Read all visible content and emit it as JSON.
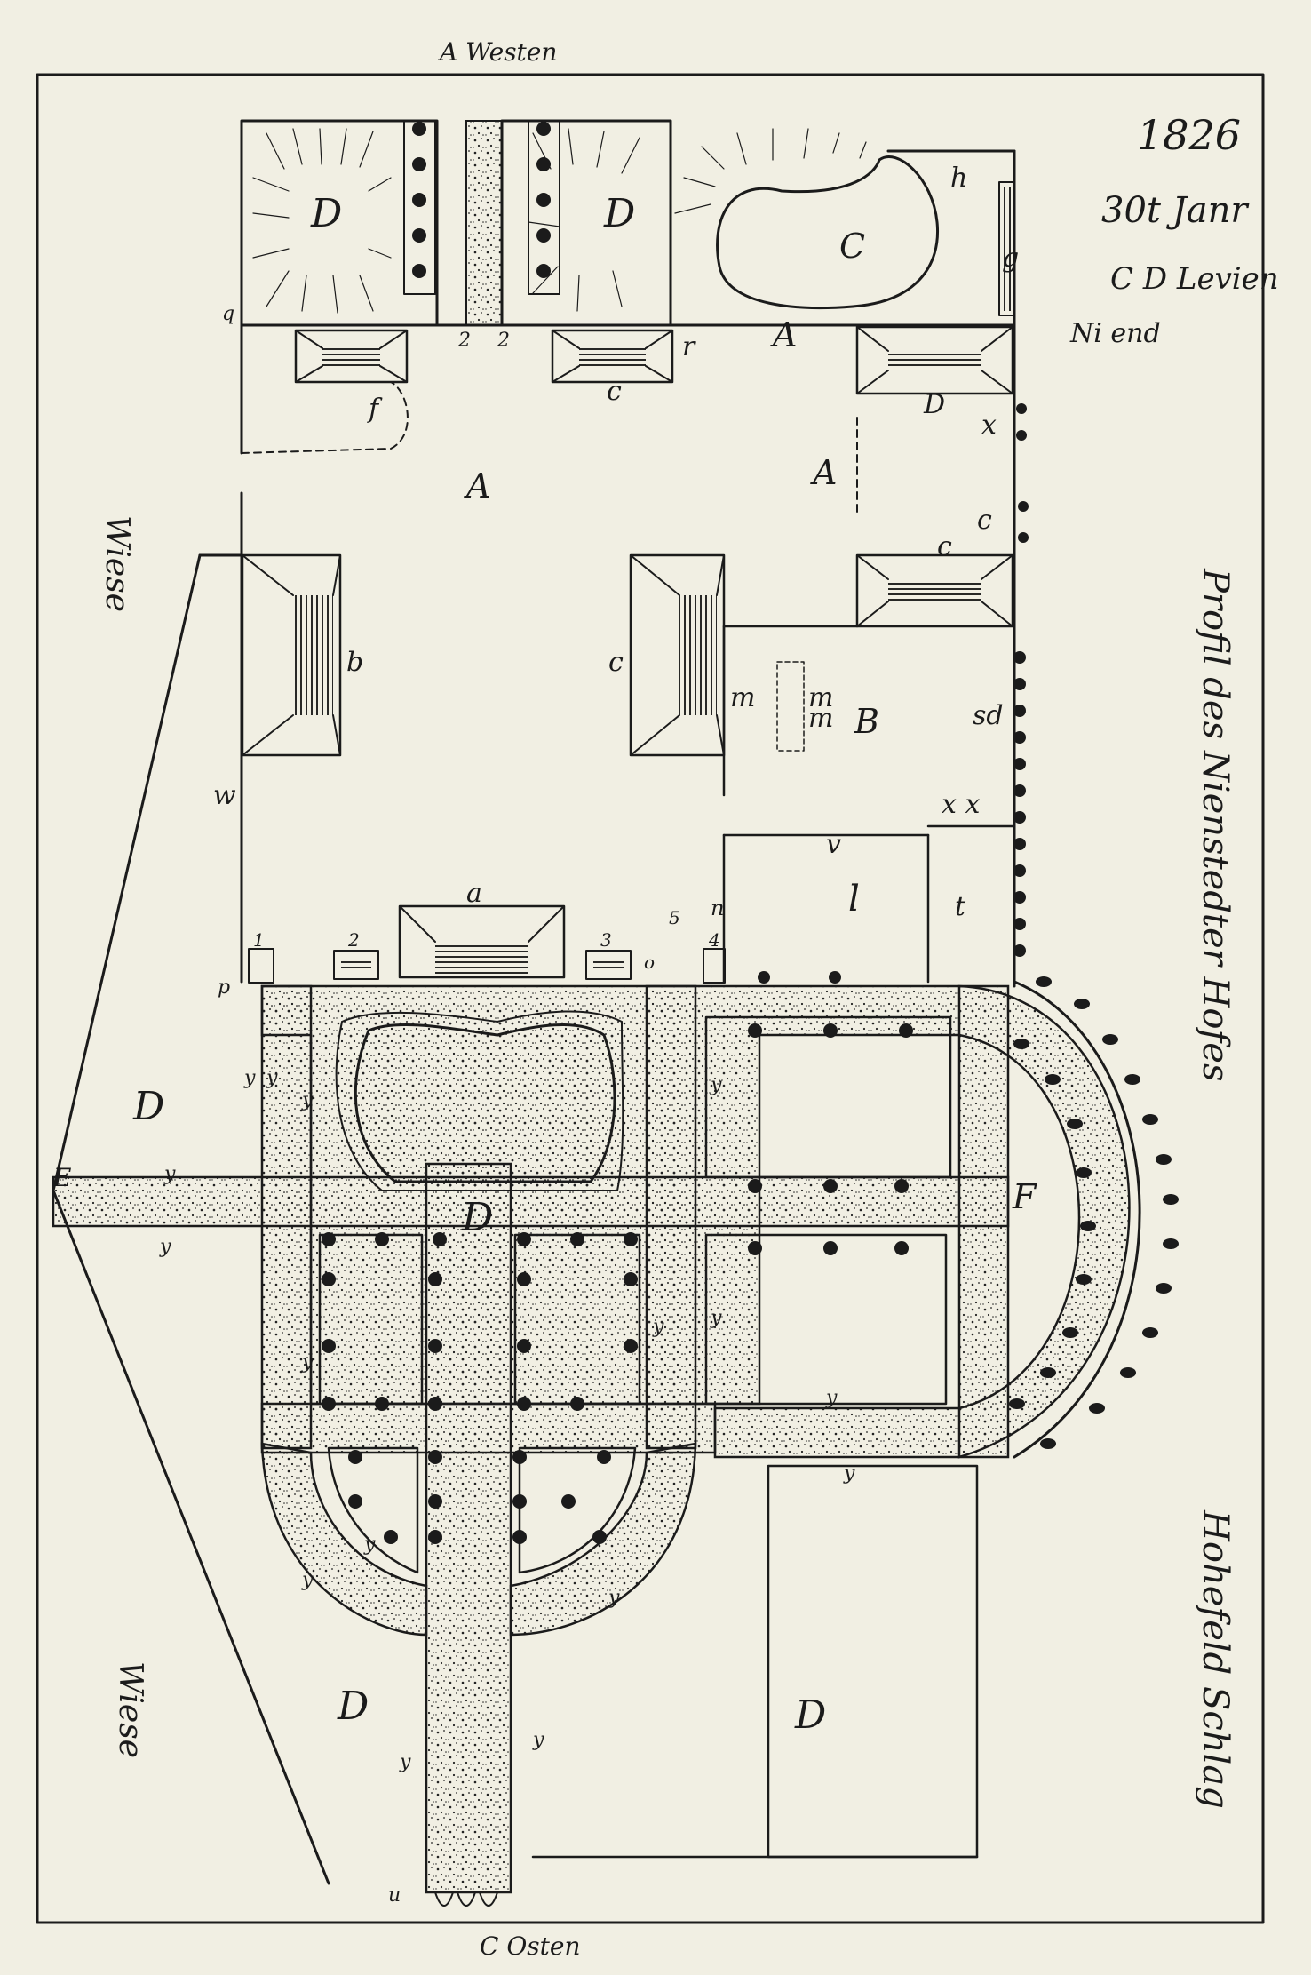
{
  "orientation": {
    "top": "A Westen",
    "bottom": "C Osten"
  },
  "annotations": {
    "year": "1826",
    "date": "30t Janr",
    "author": "C D Levien",
    "signature_extra": "Ni end",
    "left_upper": "Wiese",
    "left_lower": "Wiese",
    "right_title": "Profil des Nienstedter Hofes",
    "right_lower": "Hohefeld Schlag"
  },
  "labels": {
    "courtyard_A": "A",
    "yard_A_left": "A",
    "yard_A_right": "A",
    "yard_B": "B",
    "pond_C": "C",
    "gardens_D": "D",
    "exedra_F": "F",
    "gate_E": "E",
    "building_a": "a",
    "building_b": "b",
    "building_c1": "c",
    "building_c2": "c",
    "building_c3": "c",
    "building_c4": "c",
    "building_D": "D",
    "building_f": "f",
    "mark_g": "g",
    "mark_h": "h",
    "mark_r": "r",
    "mark_x": "x",
    "mark_w": "w",
    "mark_m1": "m",
    "mark_m2": "m",
    "mark_m3": "m",
    "mark_l": "l",
    "mark_t": "t",
    "mark_v": "v",
    "mark_xx": "x x",
    "mark_sd": "sd",
    "mark_p": "p",
    "mark_n": "n",
    "mark_u": "u",
    "mark_o": "o",
    "mark_q": "q",
    "mark_1": "1",
    "mark_2a": "2",
    "mark_2b": "2",
    "mark_2c": "2",
    "mark_3": "3",
    "mark_4": "4",
    "mark_5": "5",
    "y_marks": [
      "y",
      "y",
      "y",
      "y",
      "y",
      "y",
      "y",
      "y",
      "y",
      "y",
      "y",
      "y",
      "y",
      "y",
      "y",
      "y"
    ]
  }
}
